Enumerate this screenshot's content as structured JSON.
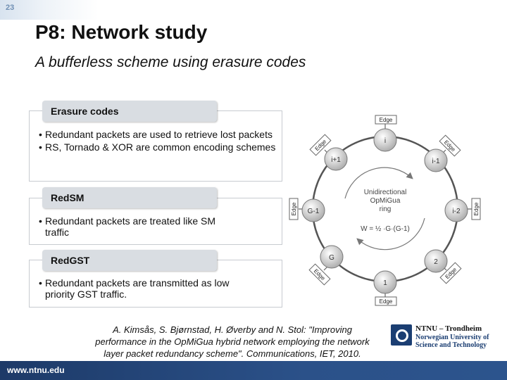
{
  "slide": {
    "number": "23",
    "title": "P8: Network study",
    "subtitle": "A bufferless scheme using erasure codes"
  },
  "boxes": [
    {
      "heading": "Erasure codes",
      "bullets": [
        "Redundant packets are used to retrieve lost packets",
        "RS, Tornado & XOR are common encoding schemes"
      ]
    },
    {
      "heading": "RedSM",
      "bullets": [
        "Redundant packets are treated like SM traffic"
      ]
    },
    {
      "heading": "RedGST",
      "bullets": [
        "Redundant packets are transmitted as low priority GST traffic."
      ]
    }
  ],
  "diagram": {
    "center_line1": "Unidirectional",
    "center_line2": "OpMiGua",
    "center_line3": "ring",
    "formula": "W = ½ ·G·(G-1)",
    "nodes": [
      "i",
      "i-1",
      "i-2",
      "2",
      "1",
      "G",
      "G-1",
      "i+1"
    ],
    "edge_label": "Edge"
  },
  "citation": {
    "line1": "A. Kimsås, S. Bjørnstad, H. Øverby and N. Stol: \"Improving",
    "line2": "performance in the OpMiGua hybrid network employing the network",
    "line3": "layer packet redundancy scheme\". Communications, IET, 2010."
  },
  "logo": {
    "line1": "NTNU – Trondheim",
    "line2": "Norwegian University of",
    "line3": "Science and Technology"
  },
  "footer": {
    "url": "www.ntnu.edu"
  }
}
